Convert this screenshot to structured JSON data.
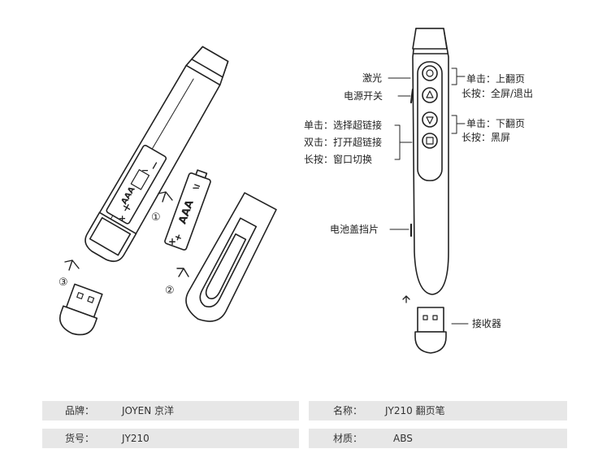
{
  "callouts": {
    "laser": "激光",
    "power_switch": "电源开关",
    "left_single": "单击：选择超链接",
    "left_double": "双击：打开超链接",
    "left_long": "长按：窗口切换",
    "battery_cover": "电池盖挡片",
    "up_single": "单击：上翻页",
    "up_long": "长按：全屏/退出",
    "down_single": "单击：下翻页",
    "down_long": "长按：黑屏",
    "receiver": "接收器"
  },
  "battery": {
    "type": "AAA",
    "plus": "+",
    "minus": "−"
  },
  "steps": [
    "①",
    "②",
    "③"
  ],
  "specs": {
    "brand_label": "品牌：",
    "brand_value": "JOYEN  京洋",
    "name_label": "名称：",
    "name_value": "JY210  翻页笔",
    "model_label": "货号：",
    "model_value": "JY210",
    "material_label": "材质：",
    "material_value": "ABS"
  }
}
